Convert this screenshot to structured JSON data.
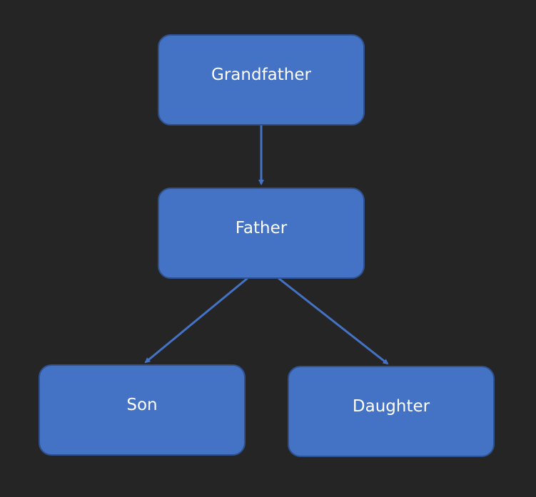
{
  "diagram": {
    "type": "tree",
    "background": "#252525",
    "node_fill": "#4472c4",
    "node_border": "#2f528f",
    "edge_color": "#4472c4",
    "nodes": [
      {
        "id": "grandfather",
        "label": "Grandfather"
      },
      {
        "id": "father",
        "label": "Father"
      },
      {
        "id": "son",
        "label": "Son"
      },
      {
        "id": "daughter",
        "label": "Daughter"
      }
    ],
    "edges": [
      {
        "from": "grandfather",
        "to": "father"
      },
      {
        "from": "father",
        "to": "son"
      },
      {
        "from": "father",
        "to": "daughter"
      }
    ]
  }
}
